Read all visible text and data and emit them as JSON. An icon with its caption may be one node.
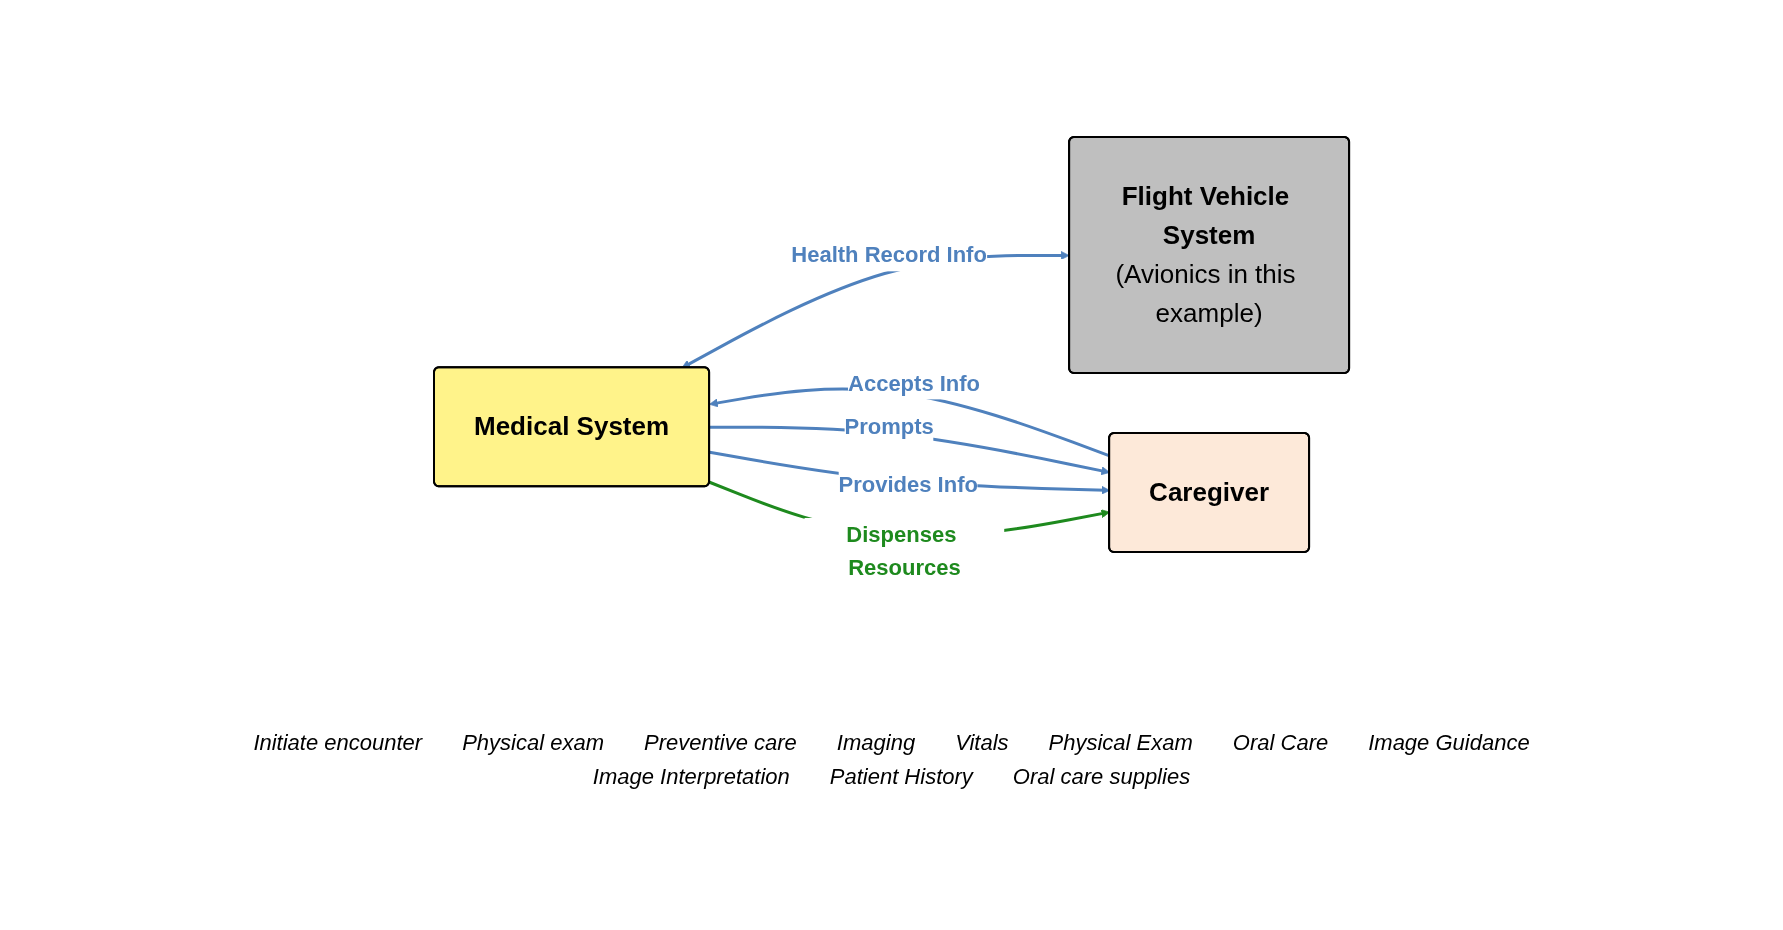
{
  "diagram": {
    "nodes": [
      {
        "text": [
          "Caregiver"
        ]
      },
      {
        "text": [
          "Medical System"
        ]
      },
      {
        "text": [
          "Flight Vehicle System",
          "(Avionics in this example)"
        ]
      }
    ],
    "edges": [
      {
        "from": 1,
        "to": 0,
        "arrow": "to",
        "label": "Prompts"
      },
      {
        "from": 0,
        "to": 1,
        "arrow": "to",
        "label": "Accepts Info"
      },
      {
        "from": 1,
        "to": 0,
        "arrow": "to",
        "label": "Provides Info"
      },
      {
        "from": 1,
        "to": 0,
        "arrow": "to",
        "label": "Dispenses Resources",
        "color": "#1e8a1e"
      },
      {
        "from": 2,
        "to": 1,
        "arrow": "both",
        "label": "Health Record Info"
      }
    ],
    "labels": [
      "Initiate encounter",
      "Physical exam",
      "Preventive care",
      "Imaging",
      "Vitals",
      "Physical Exam",
      "Oral Care",
      "Image Guidance",
      "Image Interpretation",
      "Patient History",
      "Oral care supplies"
    ]
  }
}
